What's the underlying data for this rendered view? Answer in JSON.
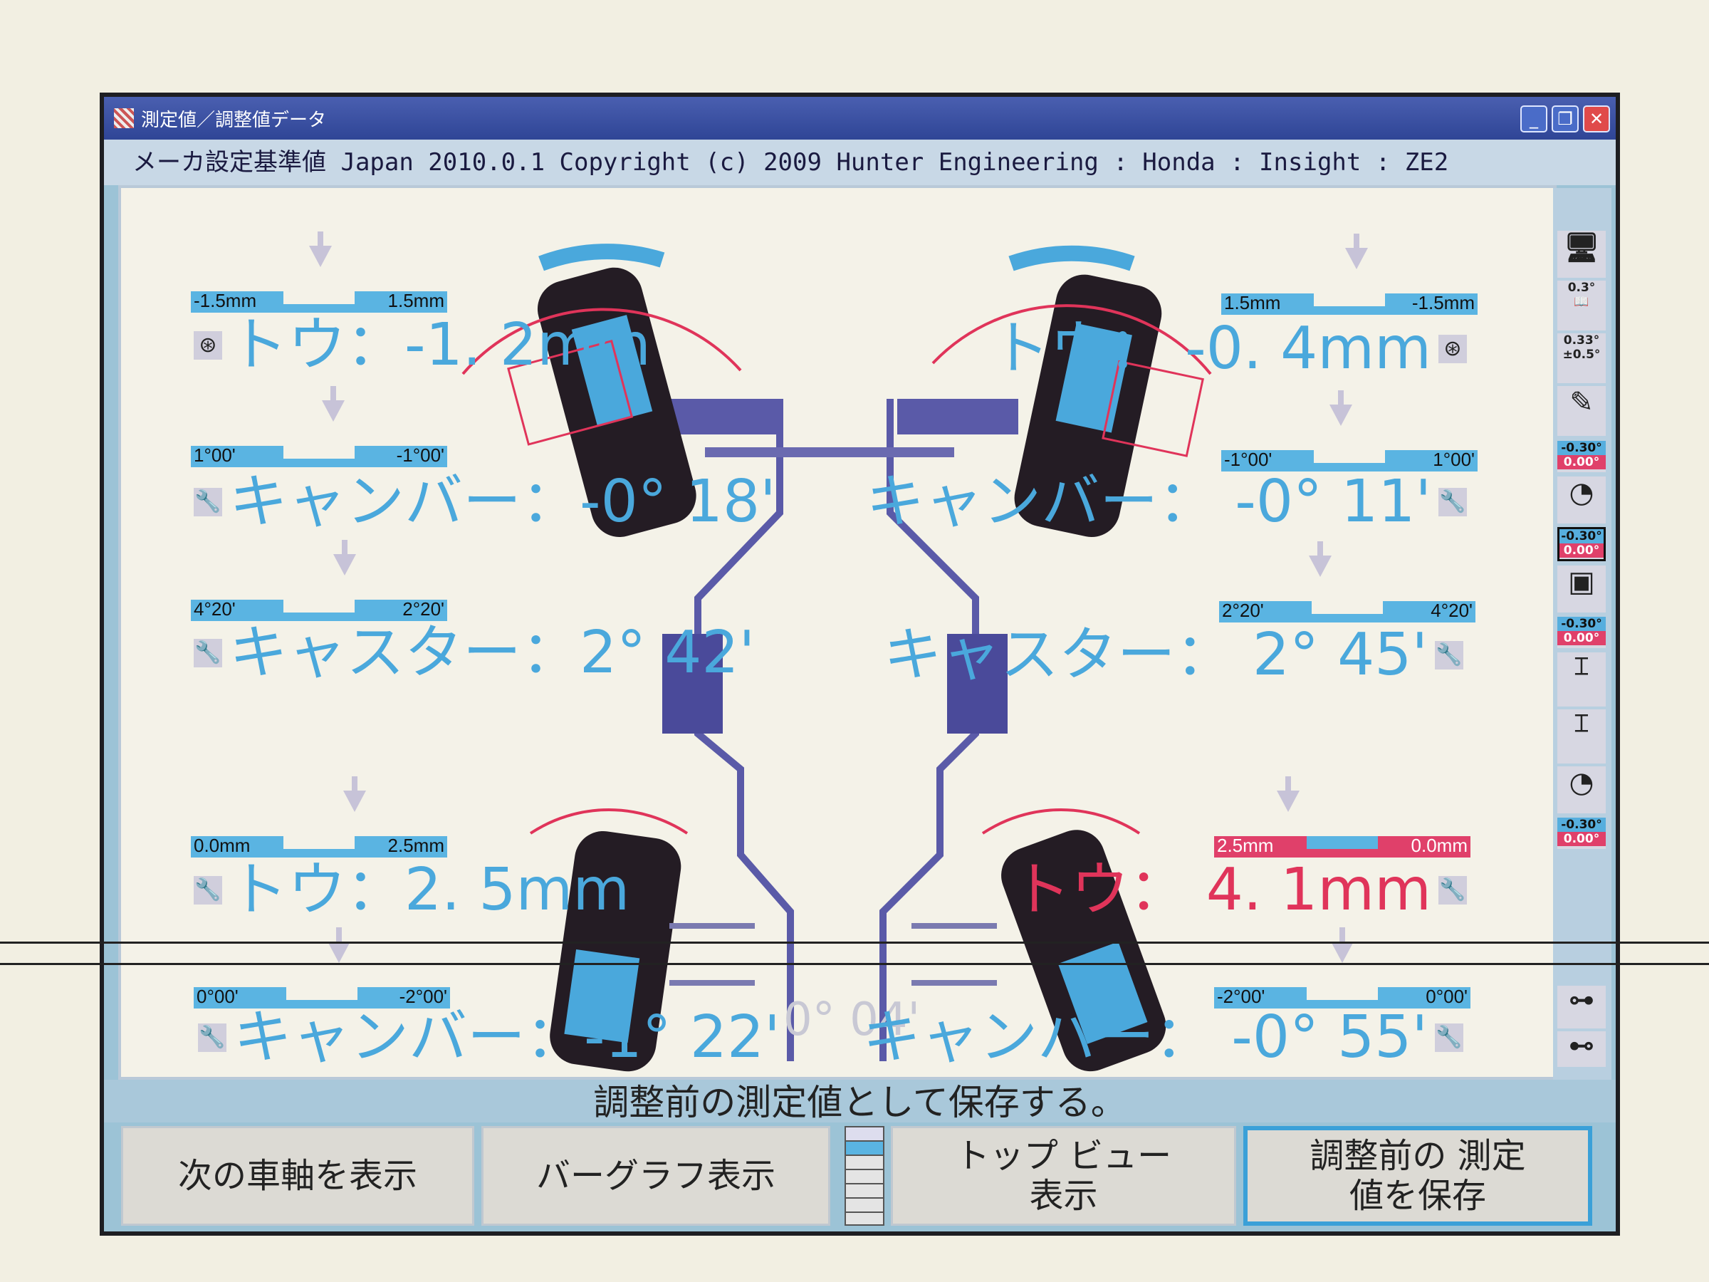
{
  "window": {
    "title": "測定値／調整値データ",
    "minimize": "_",
    "restore": "❐",
    "close": "✕"
  },
  "info_line": "メーカ設定基準値 Japan 2010.0.1 Copyright (c) 2009 Hunter Engineering : Honda : Insight : ZE2",
  "readouts": {
    "front_left_toe": {
      "label": "トウ：",
      "value": "-1. 2mm",
      "min": "-1.5mm",
      "max": "1.5mm",
      "icon": "steering-wheel-icon"
    },
    "front_left_camber": {
      "label": "キャンバー：",
      "value": "-0° 18'",
      "min": "1°00'",
      "max": "-1°00'",
      "icon": "wrench-icon"
    },
    "front_left_caster": {
      "label": "キャスター：",
      "value": "2° 42'",
      "min": "4°20'",
      "max": "2°20'",
      "icon": "wrench-icon"
    },
    "front_right_toe": {
      "label": "トウ：",
      "value": "-0. 4mm",
      "min": "1.5mm",
      "max": "-1.5mm",
      "icon": "steering-wheel-icon"
    },
    "front_right_camber": {
      "label": "キャンバー：",
      "value": "-0° 11'",
      "min": "-1°00'",
      "max": "1°00'",
      "icon": "wrench-icon"
    },
    "front_right_caster": {
      "label": "キャスター：",
      "value": "2° 45'",
      "min": "2°20'",
      "max": "4°20'",
      "icon": "wrench-icon"
    },
    "rear_left_toe": {
      "label": "トウ：",
      "value": "2. 5mm",
      "min": "0.0mm",
      "max": "2.5mm",
      "icon": "wrench-icon"
    },
    "rear_left_camber": {
      "label": "キャンバー：",
      "value": "-1° 22'",
      "min": "0°00'",
      "max": "-2°00'",
      "icon": "wrench-icon"
    },
    "rear_right_toe": {
      "label": "トウ：",
      "value": "4. 1mm",
      "min": "2.5mm",
      "max": "0.0mm",
      "icon": "wrench-icon",
      "out_of_spec": true
    },
    "rear_right_camber": {
      "label": "キャンバー：",
      "value": "-0° 55'",
      "min": "-2°00'",
      "max": "0°00'",
      "icon": "wrench-icon"
    }
  },
  "thrust_angle": "0° 04'",
  "toolbar": {
    "item2": "0.3°",
    "item3a": "0.33°",
    "item3b": "±0.5°",
    "spec_blue": "-0.30°",
    "spec_red": "0.00°"
  },
  "status": "調整前の測定値として保存する。",
  "buttons": {
    "next_axle": "次の車軸を表示",
    "bar_graph": "バーグラフ表示",
    "top_view": "トップ ビュー 表示",
    "save_before": "調整前の 測定値を保存"
  },
  "colors": {
    "accent": "#4aa8dc",
    "out_of_spec": "#e0345a",
    "titlebar": "#2f4596"
  }
}
